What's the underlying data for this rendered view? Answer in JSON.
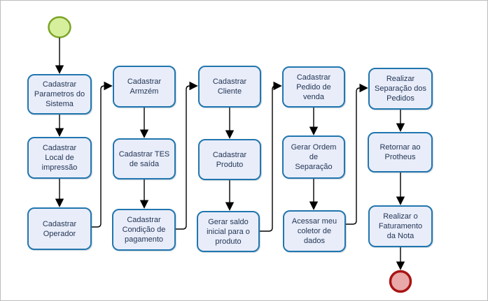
{
  "diagram": {
    "type": "flowchart",
    "colors": {
      "canvas-bg": "#ffffff",
      "canvas-border": "#bdbdbd",
      "node-fill": "#e9edfa",
      "node-border": "#2176ae",
      "node-text": "#1f3352",
      "connector": "#000000",
      "start-fill": "#d6ef9d",
      "start-border": "#7ba428",
      "end-fill": "#e9a9a9",
      "end-border": "#aa1414"
    },
    "start_event": {
      "id": "start",
      "shape": "circle"
    },
    "end_event": {
      "id": "end",
      "shape": "circle"
    },
    "nodes": [
      {
        "id": "n1",
        "label": "Cadastrar\nParametros do\nSistema"
      },
      {
        "id": "n2",
        "label": "Cadastrar\nLocal de\nimpressão"
      },
      {
        "id": "n3",
        "label": "Cadastrar\nOperador"
      },
      {
        "id": "n4",
        "label": "Cadastrar\nArmzém"
      },
      {
        "id": "n5",
        "label": "Cadastrar TES\nde saída"
      },
      {
        "id": "n6",
        "label": "Cadastrar\nCondição de\npagamento"
      },
      {
        "id": "n7",
        "label": "Cadastrar\nCliente"
      },
      {
        "id": "n8",
        "label": "Cadastrar\nProduto"
      },
      {
        "id": "n9",
        "label": "Gerar saldo\ninicial para o\nproduto"
      },
      {
        "id": "n10",
        "label": "Cadastrar\nPedido de\nvenda"
      },
      {
        "id": "n11",
        "label": "Gerar Ordem de\nSeparação"
      },
      {
        "id": "n12",
        "label": "Acessar meu\ncoletor de\ndados"
      },
      {
        "id": "n13",
        "label": "Realizar\nSeparação dos\nPedidos"
      },
      {
        "id": "n14",
        "label": "Retornar ao\nProtheus"
      },
      {
        "id": "n15",
        "label": "Realizar o\nFaturamento\nda Nota"
      }
    ],
    "flow": [
      [
        "start",
        "n1"
      ],
      [
        "n1",
        "n2"
      ],
      [
        "n2",
        "n3"
      ],
      [
        "n3",
        "n4"
      ],
      [
        "n4",
        "n5"
      ],
      [
        "n5",
        "n6"
      ],
      [
        "n6",
        "n7"
      ],
      [
        "n7",
        "n8"
      ],
      [
        "n8",
        "n9"
      ],
      [
        "n9",
        "n10"
      ],
      [
        "n10",
        "n11"
      ],
      [
        "n11",
        "n12"
      ],
      [
        "n12",
        "n13"
      ],
      [
        "n13",
        "n14"
      ],
      [
        "n14",
        "n15"
      ],
      [
        "n15",
        "end"
      ]
    ]
  }
}
